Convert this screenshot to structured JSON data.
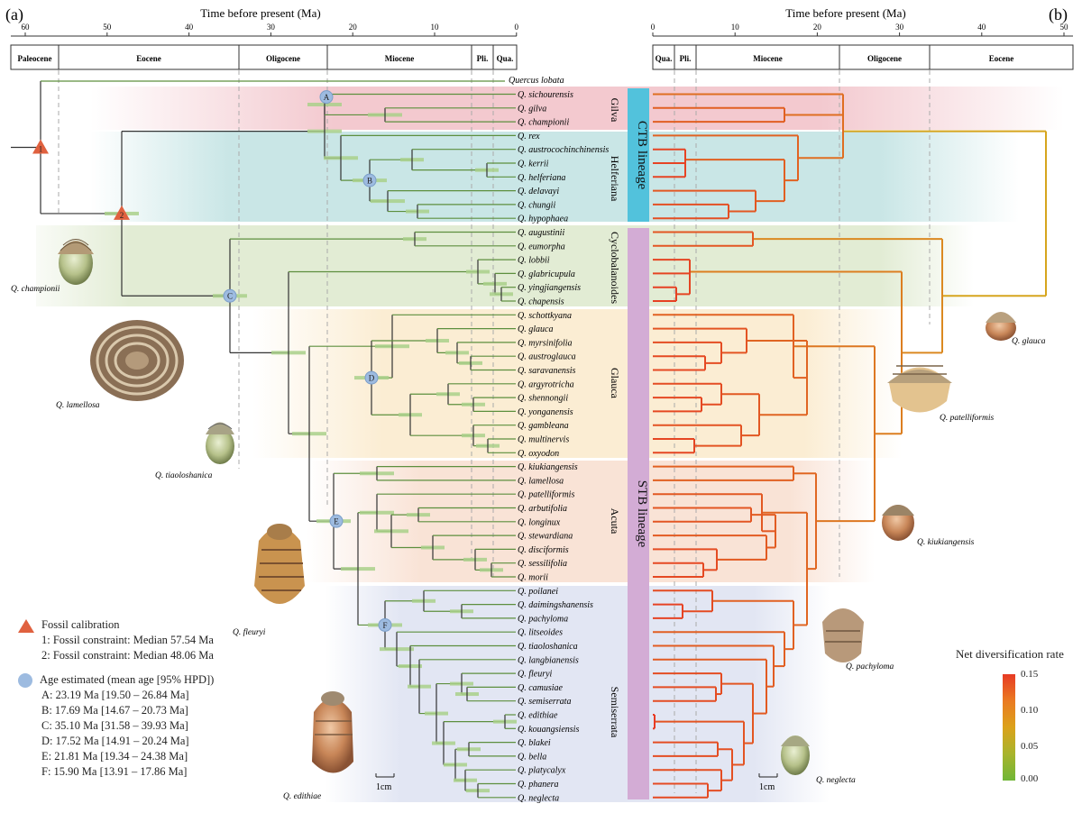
{
  "panels": {
    "a": "(a)",
    "b": "(b)"
  },
  "axis": {
    "title": "Time before present (Ma)",
    "left_ticks": [
      "60",
      "50",
      "40",
      "30",
      "20",
      "10",
      "0"
    ],
    "right_ticks": [
      "0",
      "10",
      "20",
      "30",
      "40",
      "50"
    ]
  },
  "epochs_left": [
    "Paleocene",
    "Eocene",
    "Oligocene",
    "Miocene",
    "Pli.",
    "Qua."
  ],
  "epochs_right": [
    "Qua.",
    "Pli.",
    "Miocene",
    "Oligocene",
    "Eocene"
  ],
  "outgroup": "Quercus lobata",
  "taxa": [
    "Q. sichourensis",
    "Q. gilva",
    "Q. championii",
    "Q. rex",
    "Q. austrocochinchinensis",
    "Q. kerrii",
    "Q. helferiana",
    "Q. delavayi",
    "Q. chungii",
    "Q. hypophaea",
    "Q. augustinii",
    "Q. eumorpha",
    "Q. lobbii",
    "Q. glabricupula",
    "Q. yingjiangensis",
    "Q. chapensis",
    "Q. schottkyana",
    "Q. glauca",
    "Q. myrsinifolia",
    "Q. austroglauca",
    "Q. saravanensis",
    "Q. argyrotricha",
    "Q. shennongii",
    "Q. yonganensis",
    "Q. gambleana",
    "Q. multinervis",
    "Q. oxyodon",
    "Q. kiukiangensis",
    "Q. lamellosa",
    "Q. patelliformis",
    "Q. arbutifolia",
    "Q. longinux",
    "Q. stewardiana",
    "Q. disciformis",
    "Q. sessilifolia",
    "Q. morii",
    "Q. poilanei",
    "Q. daimingshanensis",
    "Q. pachyloma",
    "Q. litseoides",
    "Q. tiaoloshanica",
    "Q. langbianensis",
    "Q. fleuryi",
    "Q. camusiae",
    "Q. semiserrata",
    "Q. edithiae",
    "Q. kouangsiensis",
    "Q. blakei",
    "Q. bella",
    "Q. platycalyx",
    "Q. phanera",
    "Q. neglecta"
  ],
  "groups": [
    "Gilva",
    "Helferiana",
    "Cyclobalanoides",
    "Glauca",
    "Acuta",
    "Semiserrata"
  ],
  "lineages": [
    "CTB lineage",
    "STB lineage"
  ],
  "node_labels": [
    "1",
    "2",
    "A",
    "B",
    "C",
    "D",
    "E",
    "F"
  ],
  "acorn_labels": [
    "Q. championii",
    "Q. lamellosa",
    "Q. tiaoloshanica",
    "Q. fleuryi",
    "Q. edithiae",
    "Q. glauca",
    "Q. patelliformis",
    "Q. kiukiangensis",
    "Q. pachyloma",
    "Q. neglecta"
  ],
  "scale_bar": "1cm",
  "legend": {
    "fossil_title": "Fossil calibration",
    "fossil_items": [
      "1: Fossil constraint: Median 57.54 Ma",
      "2: Fossil constraint: Median 48.06 Ma"
    ],
    "age_title": "Age estimated (mean age [95% HPD])",
    "age_items": [
      "A: 23.19 Ma [19.50 – 26.84 Ma]",
      "B: 17.69 Ma [14.67 – 20.73 Ma]",
      "C: 35.10 Ma [31.58 – 39.93 Ma]",
      "D: 17.52 Ma [14.91 – 20.24 Ma]",
      "E: 21.81 Ma [19.34 – 24.38 Ma]",
      "F: 15.90 Ma [13.91 – 17.86 Ma]"
    ]
  },
  "rate_legend": {
    "title": "Net diversification rate",
    "ticks": [
      "0.15",
      "0.10",
      "0.05",
      "0.00"
    ]
  },
  "colors": {
    "Gilva": "#f3c9cf",
    "Helferiana": "#c9e6e6",
    "Cyclobalanoides": "#e2ecd4",
    "Glauca": "#fbedd3",
    "Acuta": "#f9e3d6",
    "Semiserrata": "#e2e6f3",
    "CTB": "#52c2dc",
    "STB": "#d3acd5",
    "fossil": "#e0613f",
    "node": "#9dbbe0"
  }
}
